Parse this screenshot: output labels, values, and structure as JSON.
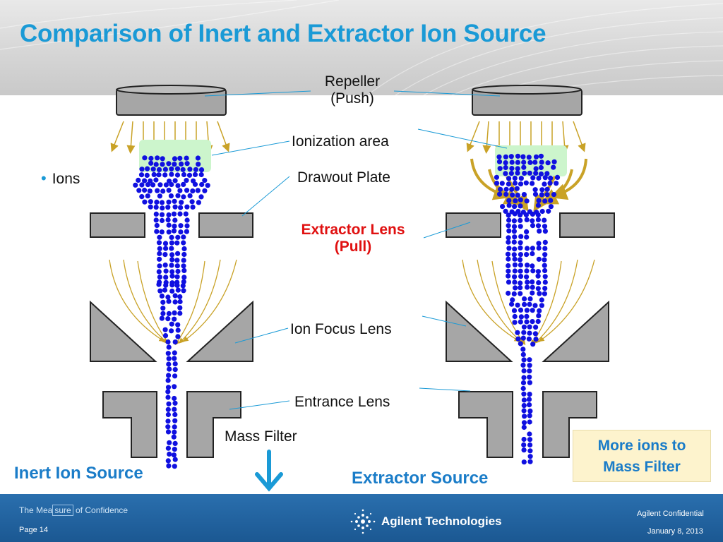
{
  "title": "Comparison of Inert and Extractor Ion Source",
  "labels": {
    "repeller": "Repeller",
    "repeller_sub": "(Push)",
    "ionization_area": "Ionization area",
    "drawout_plate": "Drawout Plate",
    "extractor_lens": "Extractor Lens",
    "extractor_lens_sub": "(Pull)",
    "ion_focus_lens": "Ion Focus Lens",
    "entrance_lens": "Entrance Lens",
    "mass_filter": "Mass Filter"
  },
  "legend": {
    "ions": "Ions"
  },
  "captions": {
    "inert": "Inert Ion Source",
    "extractor": "Extractor Source"
  },
  "callout": {
    "line1": "More ions to",
    "line2": "Mass Filter"
  },
  "footer": {
    "tagline_pre": "The Mea",
    "tagline_boxed": "sure",
    "tagline_post": " of Confidence",
    "page": "Page 14",
    "company": "Agilent Technologies",
    "confidential": "Agilent Confidential",
    "date": "January 8, 2013"
  },
  "colors": {
    "title": "#1a9ad6",
    "ion": "#1010e0",
    "lens_fill": "#a6a6a6",
    "arrow": "#c9a227",
    "ionization_fill": "#ccf5cc",
    "footer": "#1f5f9c",
    "callout_bg": "#fdf3cd",
    "highlight_red": "#e01010",
    "down_arrow": "#1a9ad6"
  }
}
